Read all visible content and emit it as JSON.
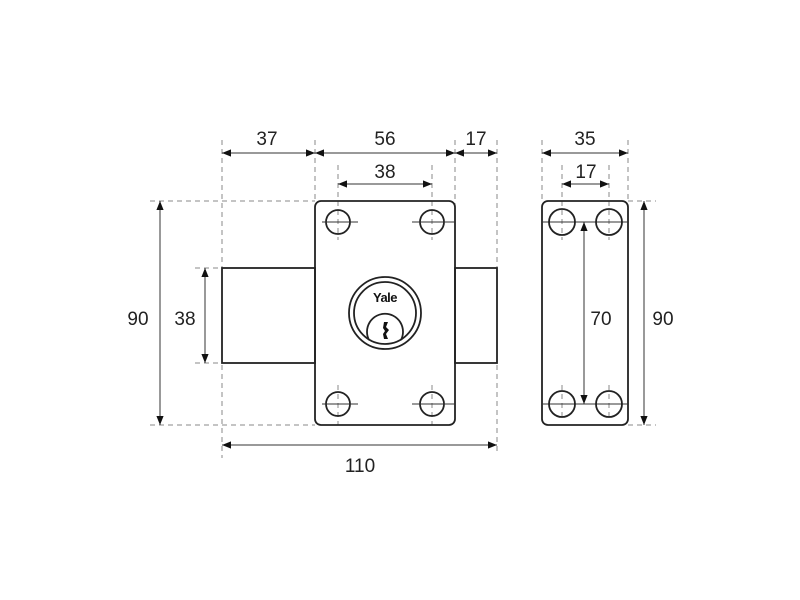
{
  "front_view": {
    "dims": {
      "bolt_left": "37",
      "case_width": "56",
      "bolt_right": "17",
      "hole_spacing": "38",
      "height": "90",
      "bolt_height": "38",
      "overall_width": "110"
    },
    "logo": "Yale"
  },
  "side_view": {
    "dims": {
      "width": "35",
      "hole_spacing": "17",
      "hole_vertical": "70",
      "height": "90"
    }
  }
}
